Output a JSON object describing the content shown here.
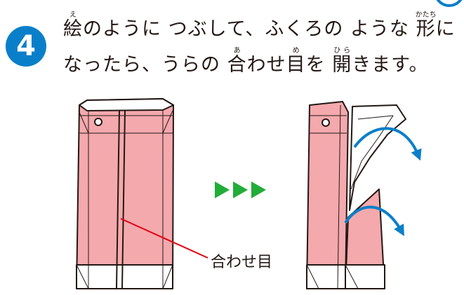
{
  "step": {
    "number": "4",
    "line1": {
      "ruby_e_base": "絵",
      "ruby_e_reading": "え",
      "text_a": "のように つぶして、ふくろの ような ",
      "ruby_katachi_base": "形",
      "ruby_katachi_reading": "かたち",
      "text_b": "に"
    },
    "line2": {
      "text_a": "なったら、うらの ",
      "ruby_a_base": "合",
      "ruby_a_reading": "あ",
      "text_b": "わせ",
      "ruby_me_base": "目",
      "ruby_me_reading": "め",
      "text_c": "を ",
      "ruby_hira_base": "開",
      "ruby_hira_reading": "ひら",
      "text_d": "きます。"
    }
  },
  "figure": {
    "arrows": "▶▶▶",
    "seam_label": "合わせ目",
    "colors": {
      "accent_blue": "#0a7fc9",
      "bag_pink": "#f4a9ad",
      "arrow_green": "#22ac38",
      "leader_red": "#e60012",
      "outline": "#231815"
    }
  }
}
